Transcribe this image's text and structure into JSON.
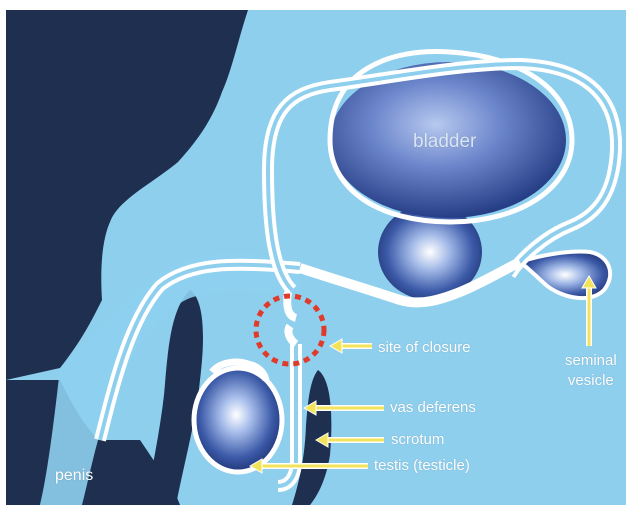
{
  "labels": {
    "bladder": "bladder",
    "site_of_closure": "site of closure",
    "vas_deferens": "vas deferens",
    "scrotum": "scrotum",
    "testis": "testis (testicle)",
    "penis": "penis",
    "seminal_line1": "seminal",
    "seminal_line2": "vesicle"
  },
  "colors": {
    "background_light": "#8ecfee",
    "body_dark": "#1f2f4f",
    "duct": "#ffffff",
    "arrow": "#f3e35a",
    "closure_circle": "#e03a2a"
  }
}
